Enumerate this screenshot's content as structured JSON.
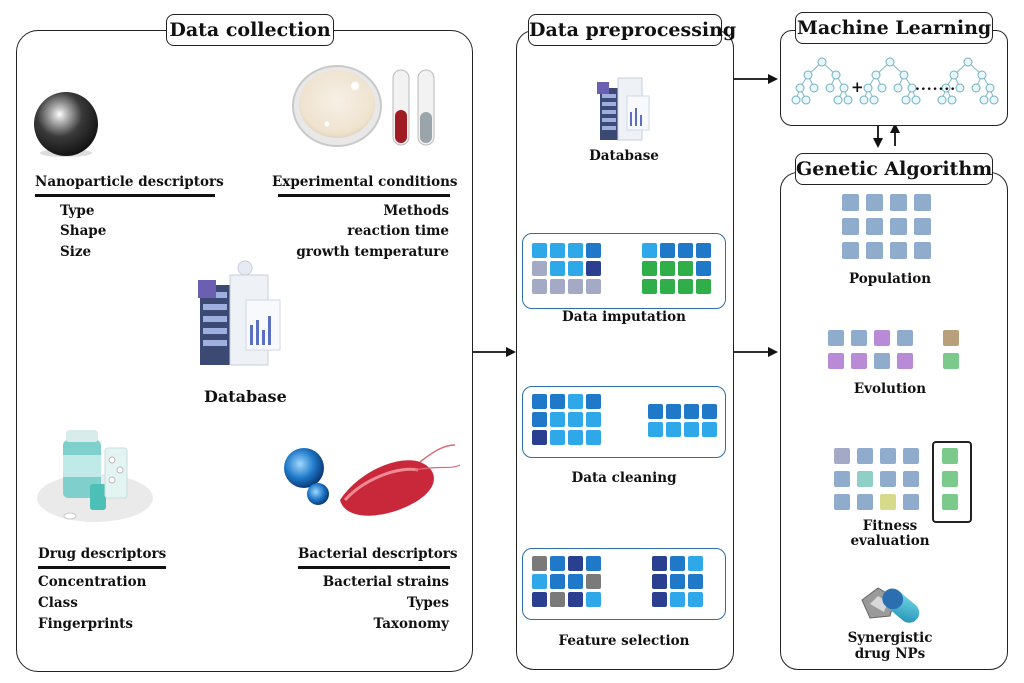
{
  "collection": {
    "title": "Data collection",
    "nanoparticle": {
      "heading": "Nanoparticle descriptors",
      "items": [
        "Type",
        "Shape",
        "Size"
      ]
    },
    "experimental": {
      "heading": "Experimental conditions",
      "items": [
        "Methods",
        "reaction time",
        "growth temperature"
      ]
    },
    "database_label": "Database",
    "drug": {
      "heading": "Drug descriptors",
      "items": [
        "Concentration",
        "Class",
        "Fingerprints"
      ]
    },
    "bacterial": {
      "heading": "Bacterial descriptors",
      "items": [
        "Bacterial strains",
        "Types",
        "Taxonomy"
      ]
    }
  },
  "preprocessing": {
    "title": "Data preprocessing",
    "database_label": "Database",
    "steps": [
      "Data imputation",
      "Data cleaning",
      "Feature selection"
    ]
  },
  "ml": {
    "title": "Machine Learning",
    "plus": "+",
    "dots": "......."
  },
  "ga": {
    "title": "Genetic Algorithm",
    "steps": [
      "Population",
      "Evolution",
      "Fitness",
      "evaluation"
    ],
    "output_line1": "Synergistic",
    "output_line2": "drug NPs"
  },
  "colors": {
    "blue_light": "#2ea8e8",
    "blue_mid": "#1f78c8",
    "navy": "#2a3f8f",
    "lavender": "#a4a9c6",
    "green": "#2fae4a",
    "gray": "#7a7a7a",
    "pop_blue": "#8faccd",
    "purple": "#b98ad6",
    "tan": "#b8a07a",
    "mint": "#7cc98c",
    "teal_light": "#8fd0c6",
    "olive_light": "#d7da8a"
  },
  "icons": [
    "metal-sphere-icon",
    "petri-dish-icon",
    "test-tubes-icon",
    "server-database-icon",
    "pill-bottle-icon",
    "bacteria-icon",
    "decision-tree-icon",
    "drug-capsule-icon"
  ]
}
